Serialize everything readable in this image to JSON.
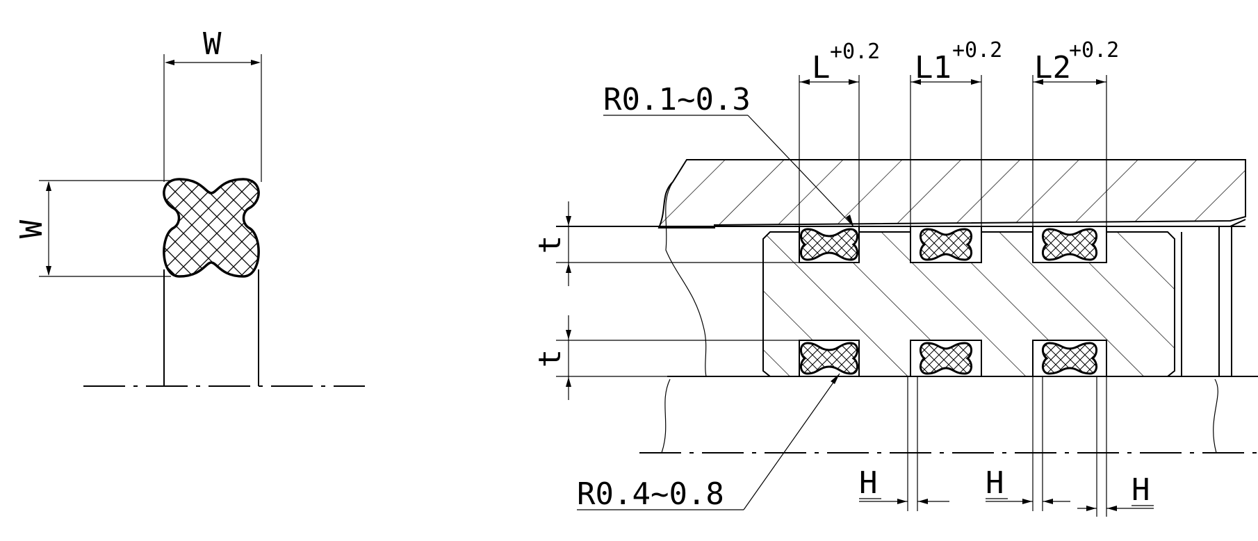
{
  "left_view": {
    "width_label_top": "W",
    "width_label_side": "W"
  },
  "right_view": {
    "radius_top": "R0.1~0.3",
    "radius_bottom": "R0.4~0.8",
    "groove_L": {
      "label": "L",
      "tolerance": "+0.2"
    },
    "groove_L1": {
      "label": "L1",
      "tolerance": "+0.2"
    },
    "groove_L2": {
      "label": "L2",
      "tolerance": "+0.2"
    },
    "depth_upper": "t",
    "depth_lower": "t",
    "land_1": "H",
    "land_2": "H",
    "land_3": "H"
  }
}
